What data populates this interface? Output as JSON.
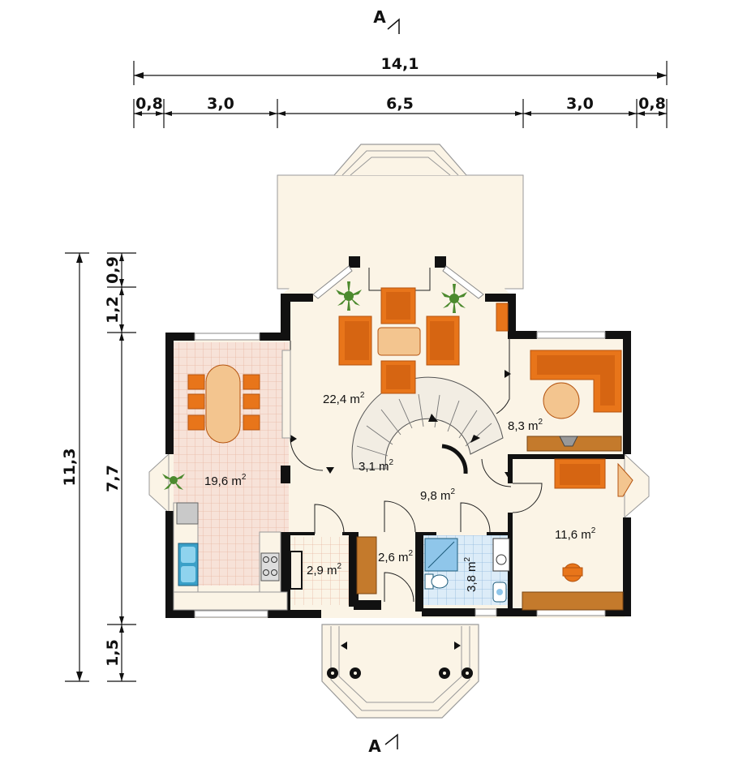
{
  "section_marker": {
    "top": "A",
    "bottom": "A"
  },
  "dimensions": {
    "overall_width": "14,1",
    "width_segments": [
      "0,8",
      "3,0",
      "6,5",
      "3,0",
      "0,8"
    ],
    "overall_height": "11,3",
    "height_segments": [
      "0,9",
      "1,2",
      "7,7",
      "1,5"
    ]
  },
  "rooms": {
    "living": {
      "area": "22,4 m",
      "exp": "2"
    },
    "kitchen_dining": {
      "area": "19,6 m",
      "exp": "2"
    },
    "stair_hall": {
      "area": "3,1 m",
      "exp": "2"
    },
    "study": {
      "area": "8,3 m",
      "exp": "2"
    },
    "hall": {
      "area": "9,8 m",
      "exp": "2"
    },
    "bedroom": {
      "area": "11,6 m",
      "exp": "2"
    },
    "pantry": {
      "area": "2,9 m",
      "exp": "2"
    },
    "vestibule": {
      "area": "2,6 m",
      "exp": "2"
    },
    "bathroom": {
      "area": "3,8 m",
      "exp": "2"
    }
  },
  "colors": {
    "floor": "#fbf4e6",
    "tile": "#f7e2d8",
    "tile_line": "#e8b7a3",
    "bath_tile": "#dcecf8",
    "wall": "#111111",
    "furniture": "#e8751a",
    "furniture_dark": "#b45410",
    "table": "#f3c58f",
    "wood": "#c47a2c",
    "plant": "#4c8a2e"
  }
}
